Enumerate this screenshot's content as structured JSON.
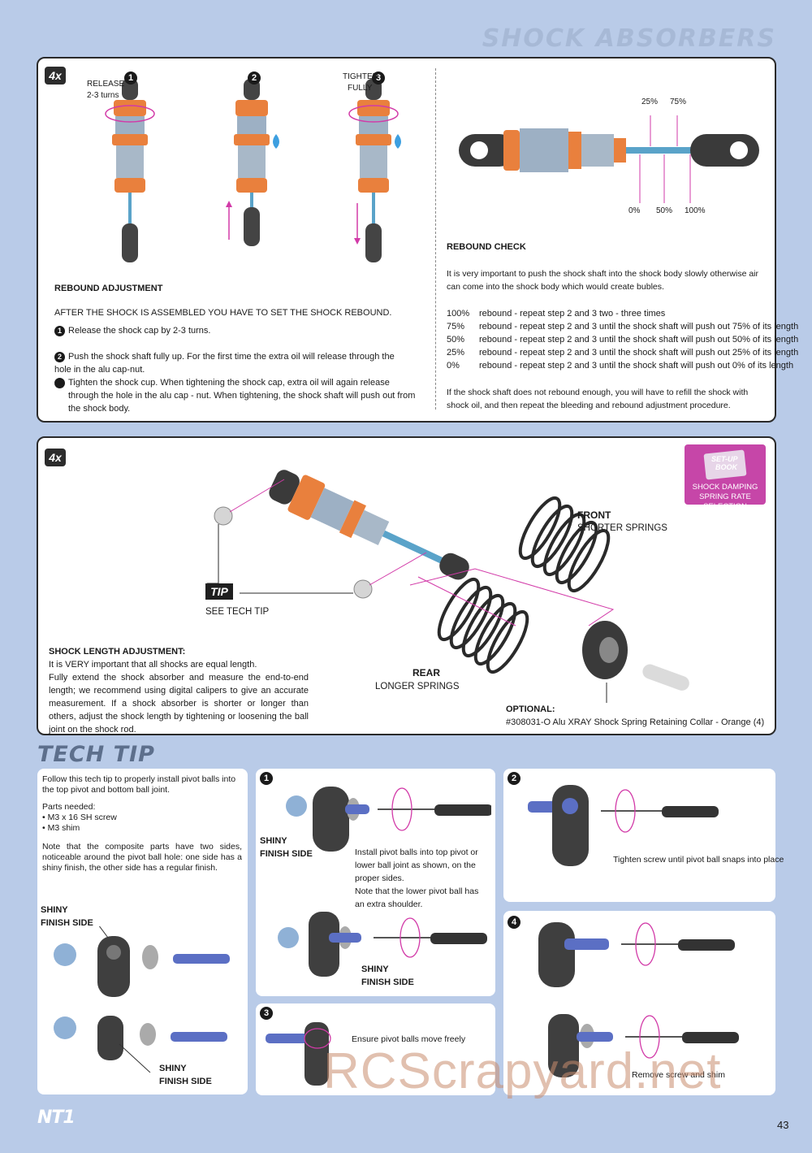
{
  "header": {
    "title": "SHOCK ABSORBERS"
  },
  "panel1": {
    "badge": "4x",
    "step1_label_a": "RELEASE",
    "step1_label_b": "2-3 turns",
    "step3_label_a": "TIGHTEN",
    "step3_label_b": "FULLY",
    "step_nums": [
      "1",
      "2",
      "3"
    ],
    "left": {
      "heading": "REBOUND ADJUSTMENT",
      "intro": "AFTER THE SHOCK IS ASSEMBLED YOU HAVE TO SET THE SHOCK REBOUND.",
      "steps": [
        {
          "num": "1",
          "text": "Release the shock cap by 2-3 turns."
        },
        {
          "num": "2",
          "text": "Push the shock shaft fully up. For the first time the extra oil will release through the hole in the alu cap-nut."
        },
        {
          "num": "3",
          "text": "Tighten the shock cup. When tightening the shock cap, extra oil will again release through the hole in the alu cap - nut. When tightening, the shock shaft will push out from the shock body."
        }
      ]
    },
    "right": {
      "pct_top": [
        "25%",
        "75%"
      ],
      "pct_bottom": [
        "0%",
        "50%",
        "100%"
      ],
      "heading": "REBOUND CHECK",
      "intro": "It is very important to push the shock shaft into the shock body slowly otherwise air can come into the shock body which would create bubles.",
      "rows": [
        {
          "pct": "100%",
          "text": "rebound - repeat step 2 and 3 two - three times"
        },
        {
          "pct": "75%",
          "text": "rebound - repeat step 2 and 3  until the shock shaft will push out 75% of its length"
        },
        {
          "pct": "50%",
          "text": "rebound - repeat step 2 and 3  until the shock shaft will push out 50% of its length"
        },
        {
          "pct": "25%",
          "text": "rebound - repeat step 2 and 3  until the shock shaft will push out 25% of its length"
        },
        {
          "pct": "0%",
          "text": "rebound - repeat step 2 and 3  until the shock shaft will push out 0% of its length"
        }
      ],
      "footer": "If the shock shaft does not rebound enough, you will have to refill the shock with shock oil, and then repeat the bleeding and rebound adjustment procedure."
    }
  },
  "panel2": {
    "badge": "4x",
    "setup_book": {
      "title_a": "SET-UP",
      "title_b": "BOOK",
      "line1": "SHOCK DAMPING",
      "line2": "SPRING RATE SELECTION"
    },
    "front_label": "FRONT",
    "front_sub": "SHORTER SPRINGS",
    "rear_label": "REAR",
    "rear_sub": "LONGER SPRINGS",
    "tip_badge": "TIP",
    "tip_sub": "SEE TECH TIP",
    "length_heading": "SHOCK LENGTH ADJUSTMENT:",
    "length_text": [
      "It is VERY important that all shocks are equal length.",
      "Fully extend the shock absorber and measure the end-to-end length; we recommend using digital calipers to give an accurate measurement. If a shock absorber is shorter or longer than others, adjust the shock length by tightening or loosening the ball joint on the shock rod."
    ],
    "optional_label": "OPTIONAL:",
    "optional_text": "#308031-O Alu XRAY Shock Spring Retaining Collar - Orange (4)"
  },
  "tech_tip": {
    "title": "TECH TIP",
    "intro": "Follow this tech tip to properly install pivot balls into the top pivot and bottom ball joint.",
    "parts_heading": "Parts needed:",
    "parts": [
      "• M3 x 16 SH screw",
      "• M3 shim"
    ],
    "note": "Note that the composite parts have two sides, noticeable around the pivot ball hole: one side has a shiny finish, the other side has a regular finish.",
    "shiny_a": "SHINY",
    "shiny_b": "FINISH SIDE",
    "step1_text": "Install pivot balls into top pivot or lower ball joint as shown, on the proper sides.",
    "step1_note": "Note that the lower pivot ball has an extra shoulder.",
    "step2_text": "Tighten screw until pivot ball snaps into place",
    "step3_text": "Ensure pivot balls move freely",
    "step4_text": "Remove screw and shim",
    "step_nums": [
      "1",
      "2",
      "3",
      "4"
    ]
  },
  "footer": {
    "logo": "NT1",
    "page": "43",
    "watermark": "RCScrapyard.net"
  },
  "colors": {
    "background": "#b9cbe8",
    "orange": "#e9803d",
    "magenta": "#d23aa8",
    "part_blue": "#5b6fc4",
    "setup_badge": "#c646a8"
  }
}
